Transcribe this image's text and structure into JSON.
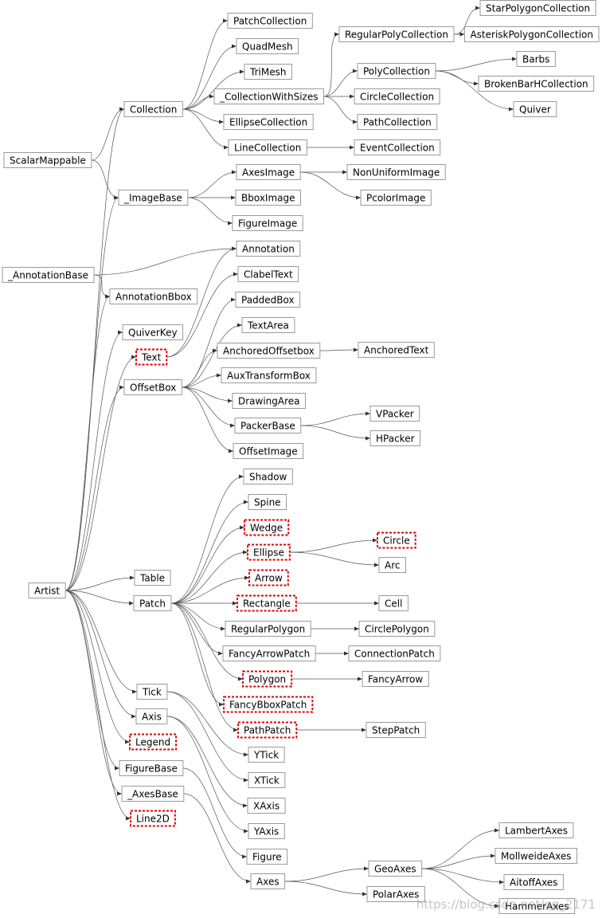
{
  "diagram": {
    "highlight_color": "#e00000",
    "box_border_color": "#9a9a9a",
    "edge_color": "#555555",
    "nodes": [
      {
        "id": "PatchCollection",
        "label": "PatchCollection"
      },
      {
        "id": "QuadMesh",
        "label": "QuadMesh"
      },
      {
        "id": "TriMesh",
        "label": "TriMesh"
      },
      {
        "id": "Collection",
        "label": "Collection"
      },
      {
        "id": "CollectionWithSizes",
        "label": "_CollectionWithSizes"
      },
      {
        "id": "EllipseCollection",
        "label": "EllipseCollection"
      },
      {
        "id": "LineCollection",
        "label": "LineCollection"
      },
      {
        "id": "ScalarMappable",
        "label": "ScalarMappable"
      },
      {
        "id": "RegularPolyCollection",
        "label": "RegularPolyCollection"
      },
      {
        "id": "StarPolygonCollection",
        "label": "StarPolygonCollection"
      },
      {
        "id": "AsteriskPolygonCollection",
        "label": "AsteriskPolygonCollection"
      },
      {
        "id": "PolyCollection",
        "label": "PolyCollection"
      },
      {
        "id": "Barbs",
        "label": "Barbs"
      },
      {
        "id": "BrokenBarHCollection",
        "label": "BrokenBarHCollection"
      },
      {
        "id": "Quiver",
        "label": "Quiver"
      },
      {
        "id": "CircleCollection",
        "label": "CircleCollection"
      },
      {
        "id": "PathCollection",
        "label": "PathCollection"
      },
      {
        "id": "EventCollection",
        "label": "EventCollection"
      },
      {
        "id": "AxesImage",
        "label": "AxesImage"
      },
      {
        "id": "NonUniformImage",
        "label": "NonUniformImage"
      },
      {
        "id": "PcolorImage",
        "label": "PcolorImage"
      },
      {
        "id": "ImageBase",
        "label": "_ImageBase"
      },
      {
        "id": "BboxImage",
        "label": "BboxImage"
      },
      {
        "id": "FigureImage",
        "label": "FigureImage"
      },
      {
        "id": "AnnotationBase",
        "label": "_AnnotationBase"
      },
      {
        "id": "Annotation",
        "label": "Annotation"
      },
      {
        "id": "ClabelText",
        "label": "ClabelText"
      },
      {
        "id": "AnnotationBbox",
        "label": "AnnotationBbox"
      },
      {
        "id": "PaddedBox",
        "label": "PaddedBox"
      },
      {
        "id": "QuiverKey",
        "label": "QuiverKey"
      },
      {
        "id": "TextArea",
        "label": "TextArea"
      },
      {
        "id": "Text",
        "label": "Text",
        "highlight": true
      },
      {
        "id": "AnchoredOffsetbox",
        "label": "AnchoredOffsetbox"
      },
      {
        "id": "AnchoredText",
        "label": "AnchoredText"
      },
      {
        "id": "AuxTransformBox",
        "label": "AuxTransformBox"
      },
      {
        "id": "OffsetBox",
        "label": "OffsetBox"
      },
      {
        "id": "DrawingArea",
        "label": "DrawingArea"
      },
      {
        "id": "PackerBase",
        "label": "PackerBase"
      },
      {
        "id": "VPacker",
        "label": "VPacker"
      },
      {
        "id": "HPacker",
        "label": "HPacker"
      },
      {
        "id": "OffsetImage",
        "label": "OffsetImage"
      },
      {
        "id": "Shadow",
        "label": "Shadow"
      },
      {
        "id": "Spine",
        "label": "Spine"
      },
      {
        "id": "Wedge",
        "label": "Wedge",
        "highlight": true
      },
      {
        "id": "Ellipse",
        "label": "Ellipse",
        "highlight": true
      },
      {
        "id": "Circle",
        "label": "Circle",
        "highlight": true
      },
      {
        "id": "Arc",
        "label": "Arc"
      },
      {
        "id": "Arrow",
        "label": "Arrow",
        "highlight": true
      },
      {
        "id": "Table",
        "label": "Table"
      },
      {
        "id": "Artist",
        "label": "Artist"
      },
      {
        "id": "Patch",
        "label": "Patch"
      },
      {
        "id": "Rectangle",
        "label": "Rectangle",
        "highlight": true
      },
      {
        "id": "Cell",
        "label": "Cell"
      },
      {
        "id": "RegularPolygon",
        "label": "RegularPolygon"
      },
      {
        "id": "CirclePolygon",
        "label": "CirclePolygon"
      },
      {
        "id": "FancyArrowPatch",
        "label": "FancyArrowPatch"
      },
      {
        "id": "ConnectionPatch",
        "label": "ConnectionPatch"
      },
      {
        "id": "Polygon",
        "label": "Polygon",
        "highlight": true
      },
      {
        "id": "FancyArrow",
        "label": "FancyArrow"
      },
      {
        "id": "Tick",
        "label": "Tick"
      },
      {
        "id": "FancyBboxPatch",
        "label": "FancyBboxPatch",
        "highlight": true
      },
      {
        "id": "Axis",
        "label": "Axis"
      },
      {
        "id": "PathPatch",
        "label": "PathPatch",
        "highlight": true
      },
      {
        "id": "StepPatch",
        "label": "StepPatch"
      },
      {
        "id": "Legend",
        "label": "Legend",
        "highlight": true
      },
      {
        "id": "YTick",
        "label": "YTick"
      },
      {
        "id": "FigureBase",
        "label": "FigureBase"
      },
      {
        "id": "XTick",
        "label": "XTick"
      },
      {
        "id": "AxesBase",
        "label": "_AxesBase"
      },
      {
        "id": "XAxis",
        "label": "XAxis"
      },
      {
        "id": "Line2D",
        "label": "Line2D",
        "highlight": true
      },
      {
        "id": "YAxis",
        "label": "YAxis"
      },
      {
        "id": "Figure",
        "label": "Figure"
      },
      {
        "id": "LambertAxes",
        "label": "LambertAxes"
      },
      {
        "id": "MollweideAxes",
        "label": "MollweideAxes"
      },
      {
        "id": "GeoAxes",
        "label": "GeoAxes"
      },
      {
        "id": "Axes",
        "label": "Axes"
      },
      {
        "id": "AitoffAxes",
        "label": "AitoffAxes"
      },
      {
        "id": "PolarAxes",
        "label": "PolarAxes"
      },
      {
        "id": "HammerAxes",
        "label": "HammerAxes"
      }
    ],
    "edges": [
      [
        "ScalarMappable",
        "Collection"
      ],
      [
        "ScalarMappable",
        "ImageBase"
      ],
      [
        "Collection",
        "PatchCollection"
      ],
      [
        "Collection",
        "QuadMesh"
      ],
      [
        "Collection",
        "TriMesh"
      ],
      [
        "Collection",
        "CollectionWithSizes"
      ],
      [
        "Collection",
        "EllipseCollection"
      ],
      [
        "Collection",
        "LineCollection"
      ],
      [
        "CollectionWithSizes",
        "RegularPolyCollection"
      ],
      [
        "CollectionWithSizes",
        "PolyCollection"
      ],
      [
        "CollectionWithSizes",
        "CircleCollection"
      ],
      [
        "CollectionWithSizes",
        "PathCollection"
      ],
      [
        "RegularPolyCollection",
        "StarPolygonCollection"
      ],
      [
        "RegularPolyCollection",
        "AsteriskPolygonCollection"
      ],
      [
        "PolyCollection",
        "Barbs"
      ],
      [
        "PolyCollection",
        "BrokenBarHCollection"
      ],
      [
        "PolyCollection",
        "Quiver"
      ],
      [
        "LineCollection",
        "EventCollection"
      ],
      [
        "ImageBase",
        "AxesImage"
      ],
      [
        "ImageBase",
        "BboxImage"
      ],
      [
        "ImageBase",
        "FigureImage"
      ],
      [
        "AxesImage",
        "NonUniformImage"
      ],
      [
        "AxesImage",
        "PcolorImage"
      ],
      [
        "AnnotationBase",
        "Annotation"
      ],
      [
        "AnnotationBase",
        "AnnotationBbox"
      ],
      [
        "Text",
        "Annotation"
      ],
      [
        "Text",
        "ClabelText"
      ],
      [
        "OffsetBox",
        "PaddedBox"
      ],
      [
        "OffsetBox",
        "TextArea"
      ],
      [
        "OffsetBox",
        "AnchoredOffsetbox"
      ],
      [
        "OffsetBox",
        "AuxTransformBox"
      ],
      [
        "OffsetBox",
        "DrawingArea"
      ],
      [
        "OffsetBox",
        "PackerBase"
      ],
      [
        "OffsetBox",
        "OffsetImage"
      ],
      [
        "AnchoredOffsetbox",
        "AnchoredText"
      ],
      [
        "PackerBase",
        "VPacker"
      ],
      [
        "PackerBase",
        "HPacker"
      ],
      [
        "Artist",
        "Collection"
      ],
      [
        "Artist",
        "ImageBase"
      ],
      [
        "Artist",
        "AnnotationBbox"
      ],
      [
        "Artist",
        "QuiverKey"
      ],
      [
        "Artist",
        "Text"
      ],
      [
        "Artist",
        "OffsetBox"
      ],
      [
        "Artist",
        "Table"
      ],
      [
        "Artist",
        "Patch"
      ],
      [
        "Artist",
        "Tick"
      ],
      [
        "Artist",
        "Axis"
      ],
      [
        "Artist",
        "Legend"
      ],
      [
        "Artist",
        "FigureBase"
      ],
      [
        "Artist",
        "AxesBase"
      ],
      [
        "Artist",
        "Line2D"
      ],
      [
        "Patch",
        "Shadow"
      ],
      [
        "Patch",
        "Spine"
      ],
      [
        "Patch",
        "Wedge"
      ],
      [
        "Patch",
        "Ellipse"
      ],
      [
        "Patch",
        "Arrow"
      ],
      [
        "Patch",
        "Rectangle"
      ],
      [
        "Patch",
        "RegularPolygon"
      ],
      [
        "Patch",
        "FancyArrowPatch"
      ],
      [
        "Patch",
        "Polygon"
      ],
      [
        "Patch",
        "FancyBboxPatch"
      ],
      [
        "Patch",
        "PathPatch"
      ],
      [
        "Ellipse",
        "Circle"
      ],
      [
        "Ellipse",
        "Arc"
      ],
      [
        "Rectangle",
        "Cell"
      ],
      [
        "RegularPolygon",
        "CirclePolygon"
      ],
      [
        "FancyArrowPatch",
        "ConnectionPatch"
      ],
      [
        "Polygon",
        "FancyArrow"
      ],
      [
        "PathPatch",
        "StepPatch"
      ],
      [
        "Tick",
        "YTick"
      ],
      [
        "Tick",
        "XTick"
      ],
      [
        "Axis",
        "XAxis"
      ],
      [
        "Axis",
        "YAxis"
      ],
      [
        "FigureBase",
        "Figure"
      ],
      [
        "AxesBase",
        "Axes"
      ],
      [
        "Axes",
        "GeoAxes"
      ],
      [
        "Axes",
        "PolarAxes"
      ],
      [
        "GeoAxes",
        "LambertAxes"
      ],
      [
        "GeoAxes",
        "MollweideAxes"
      ],
      [
        "GeoAxes",
        "AitoffAxes"
      ],
      [
        "GeoAxes",
        "HammerAxes"
      ]
    ]
  },
  "watermark": "https://blog.csdn.net/qq_2171"
}
